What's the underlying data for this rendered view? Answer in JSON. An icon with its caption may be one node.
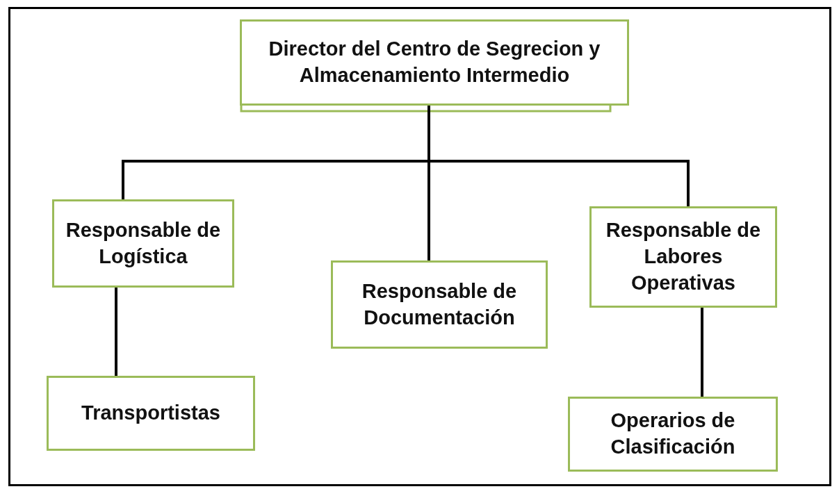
{
  "diagram": {
    "nodes": [
      {
        "text": [
          "Director del Centro de Segrecion y Almacenamiento Intermedio"
        ]
      },
      {
        "text": [
          "Responsable de Logística"
        ]
      },
      {
        "text": [
          "Responsable de Documentación"
        ]
      },
      {
        "text": [
          "Responsable de Labores Operativas"
        ]
      },
      {
        "text": [
          "Transportistas"
        ]
      },
      {
        "text": [
          "Operarios de Clasificación"
        ]
      }
    ],
    "edges": [
      {
        "from": 0,
        "to": 1,
        "arrow": "none"
      },
      {
        "from": 0,
        "to": 2,
        "arrow": "none"
      },
      {
        "from": 0,
        "to": 3,
        "arrow": "none"
      },
      {
        "from": 1,
        "to": 4,
        "arrow": "none"
      },
      {
        "from": 3,
        "to": 5,
        "arrow": "none"
      }
    ]
  }
}
